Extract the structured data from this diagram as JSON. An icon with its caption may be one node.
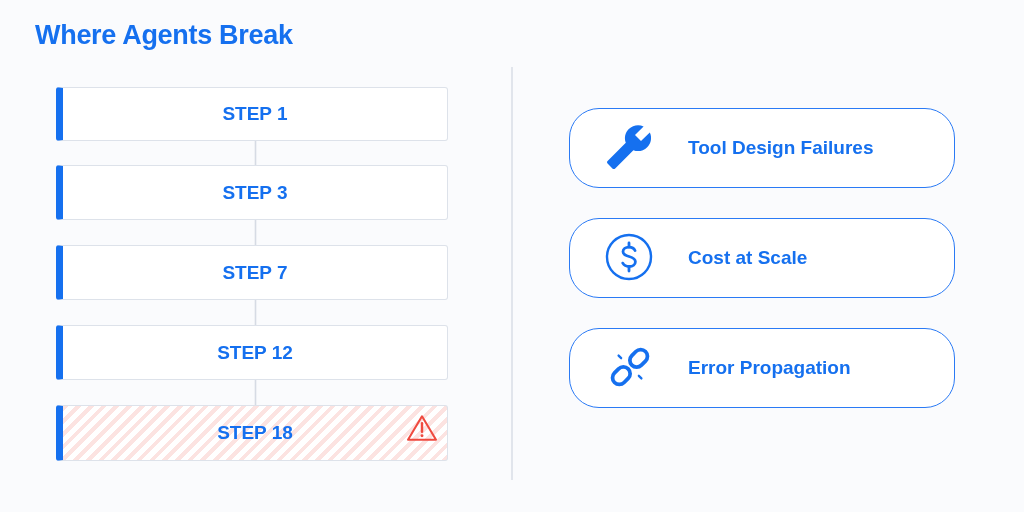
{
  "diagram": {
    "title": "Where Agents Break",
    "nodes": [
      {
        "text": [
          "STEP 1"
        ]
      },
      {
        "text": [
          "STEP 3"
        ]
      },
      {
        "text": [
          "STEP 7"
        ]
      },
      {
        "text": [
          "STEP 12"
        ]
      },
      {
        "text": [
          "STEP 18"
        ]
      },
      {
        "text": [
          "Tool Design Failures"
        ]
      },
      {
        "text": [
          "Cost at Scale"
        ]
      },
      {
        "text": [
          "Error Propagation"
        ]
      }
    ],
    "edges": [
      {
        "from": 0,
        "to": 1,
        "arrow": "none"
      },
      {
        "from": 1,
        "to": 2,
        "arrow": "none"
      },
      {
        "from": 2,
        "to": 3,
        "arrow": "none"
      },
      {
        "from": 3,
        "to": 4,
        "arrow": "none"
      }
    ]
  }
}
